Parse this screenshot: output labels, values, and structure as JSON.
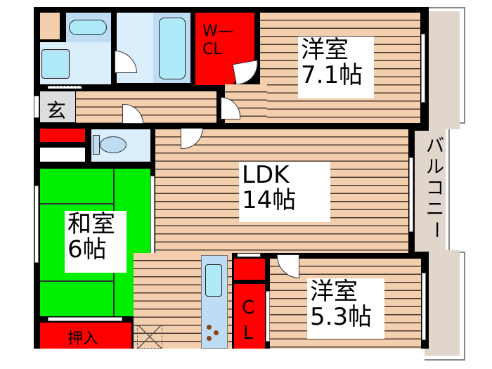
{
  "floorplan": {
    "rooms": {
      "western_room_1": {
        "name": "洋室",
        "size": "7.1帖"
      },
      "ldk": {
        "name": "LDK",
        "size": "14帖"
      },
      "japanese_room": {
        "name": "和室",
        "size": "6帖"
      },
      "western_room_2": {
        "name": "洋室",
        "size": "5.3帖"
      },
      "walk_in_closet": {
        "line1": "W—",
        "line2": "CL"
      },
      "closet": {
        "line1": "C",
        "line2": "L"
      },
      "oshiire": {
        "name": "押入"
      },
      "entrance": {
        "name": "玄"
      },
      "balcony": {
        "chars": [
          "バ",
          "ル",
          "コ",
          "ニ",
          "ー"
        ]
      }
    },
    "colors": {
      "wall": "#000000",
      "wood_floor": "#f3cfae",
      "tatami": "#00ee00",
      "storage": "#ff0000",
      "wet_area": "#dbeefc",
      "balcony": "#e0d6cc"
    }
  }
}
